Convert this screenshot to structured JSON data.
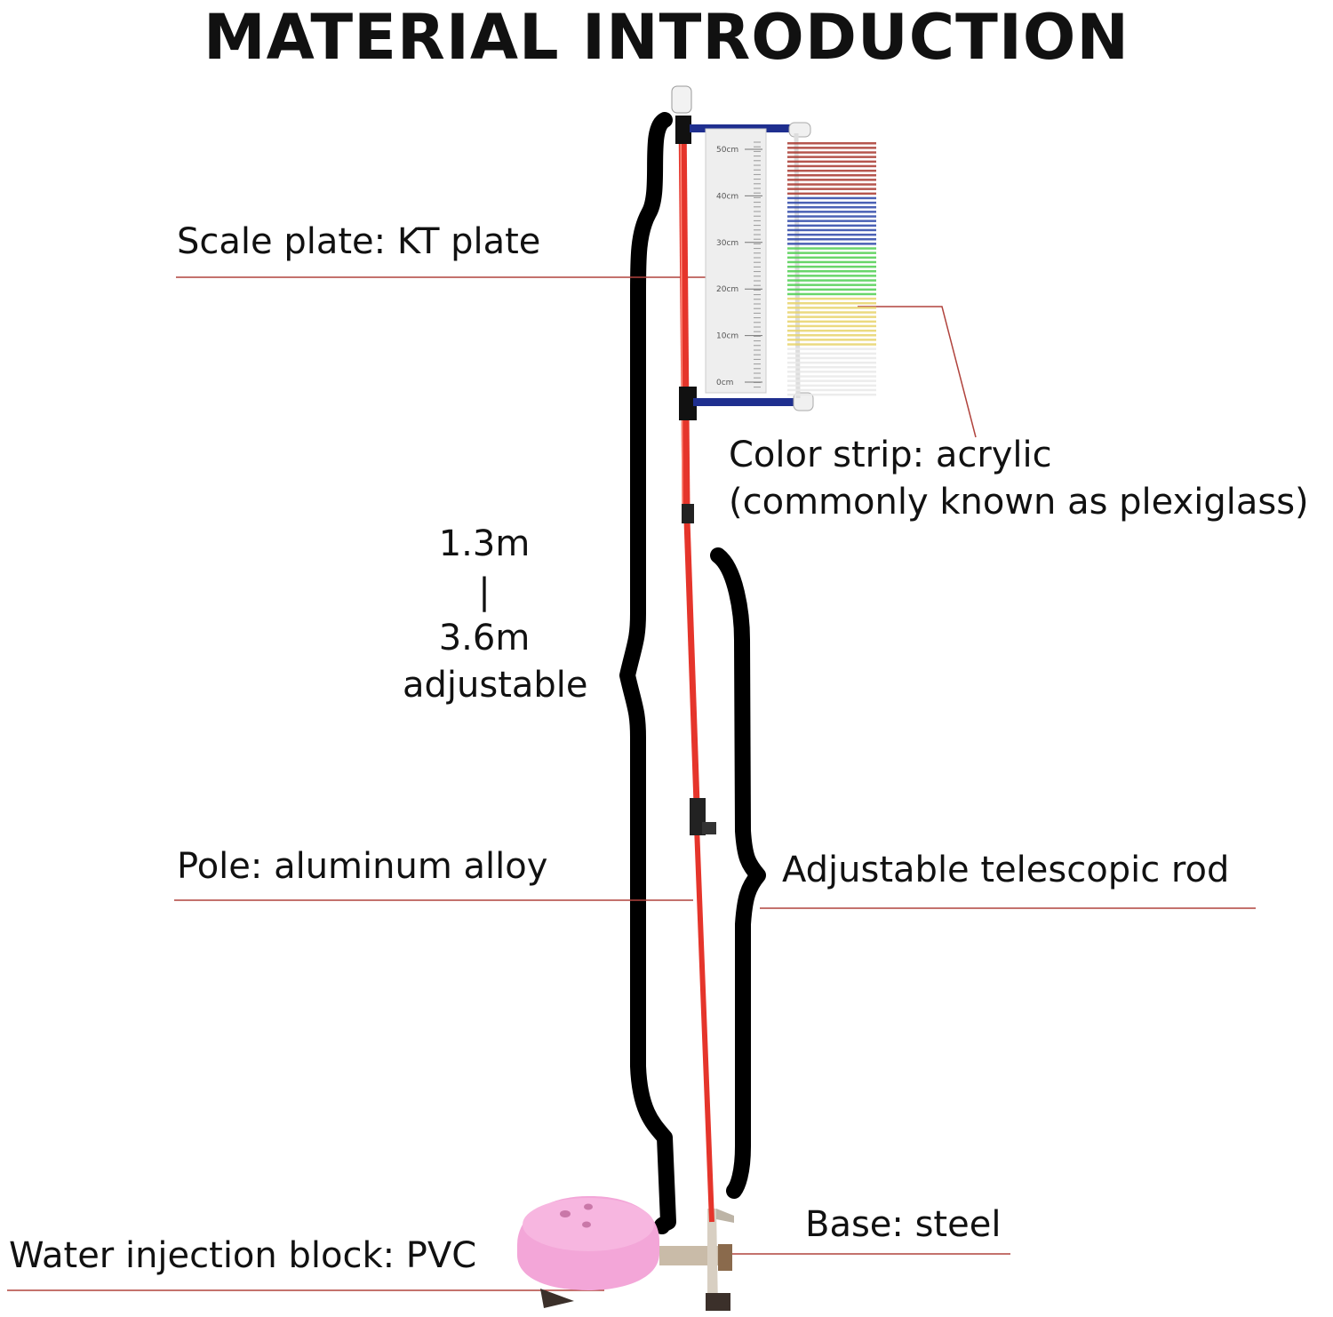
{
  "title": "MATERIAL INTRODUCTION",
  "labels": {
    "scale_plate": "Scale plate: KT plate",
    "color_strip_1": "Color strip: acrylic",
    "color_strip_2": "(commonly known as plexiglass)",
    "length_top": "1.3m",
    "length_sep": "|",
    "length_bottom": "3.6m",
    "length_note": "adjustable",
    "pole": "Pole: aluminum alloy",
    "telescopic": "Adjustable telescopic rod",
    "base": "Base: steel",
    "water_block": "Water injection block: PVC"
  },
  "scale_ticks": [
    "50cm",
    "40cm",
    "30cm",
    "20cm",
    "10cm",
    "0cm"
  ],
  "colors": {
    "pole": "#e5352b",
    "bracket": "#1f2f8f",
    "leader": "#b0433d",
    "strip_bands": [
      "#a9382f",
      "#2c45a8",
      "#4fcf50",
      "#e8d46a",
      "#e9e9e9"
    ],
    "water_block": "#f3a6d8",
    "base": "#c9bba8"
  }
}
